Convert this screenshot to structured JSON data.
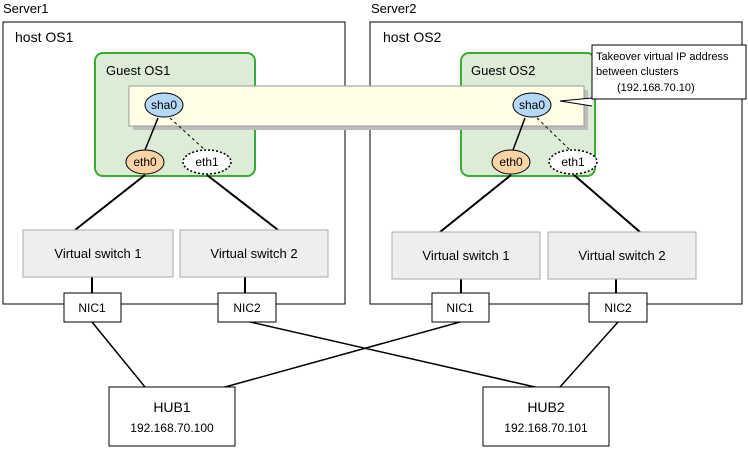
{
  "colors": {
    "guest_fill": "#dcecd6",
    "guest_stroke": "#3aa935",
    "band_fill": "#fffde6",
    "sha_fill": "#b4d8f5",
    "eth0_fill": "#fbd3a4",
    "switch_fill": "#eeeeee",
    "line": "#000000"
  },
  "servers": [
    {
      "label": "Server1",
      "host_label": "host OS1",
      "guest_label": "Guest OS1",
      "sha0": "sha0",
      "eth0": "eth0",
      "eth1": "eth1",
      "switch1": "Virtual switch 1",
      "switch2": "Virtual switch 2",
      "nic1": "NIC1",
      "nic2": "NIC2"
    },
    {
      "label": "Server2",
      "host_label": "host OS2",
      "guest_label": "Guest OS2",
      "sha0": "sha0",
      "eth0": "eth0",
      "eth1": "eth1",
      "switch1": "Virtual switch 1",
      "switch2": "Virtual switch 2",
      "nic1": "NIC1",
      "nic2": "NIC2"
    }
  ],
  "callout": {
    "line1": "Takeover virtual IP address",
    "line2": "between clusters",
    "line3": "(192.168.70.10)"
  },
  "hubs": [
    {
      "name": "HUB1",
      "ip": "192.168.70.100"
    },
    {
      "name": "HUB2",
      "ip": "192.168.70.101"
    }
  ]
}
